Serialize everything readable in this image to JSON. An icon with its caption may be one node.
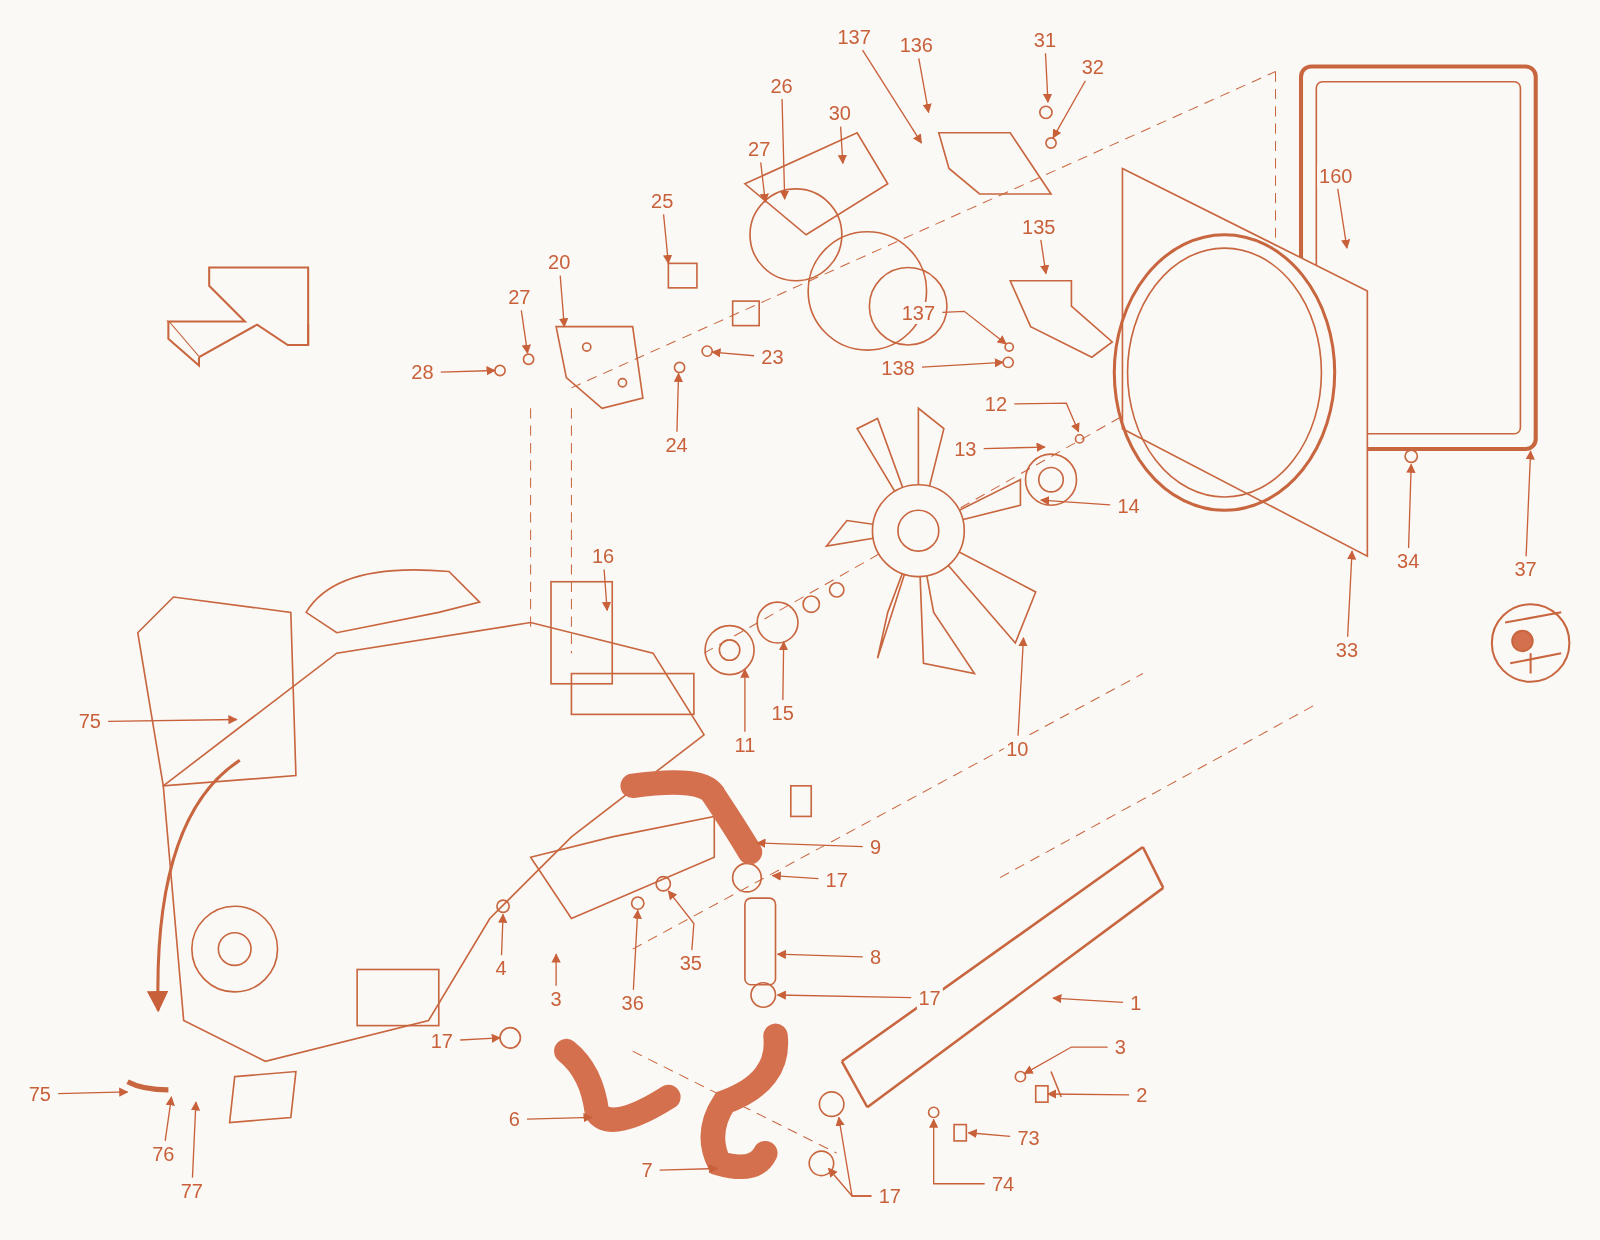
{
  "diagram": {
    "nodes": [
      {
        "text": [
          "137"
        ]
      },
      {
        "text": [
          "136"
        ]
      },
      {
        "text": [
          "31"
        ]
      },
      {
        "text": [
          "32"
        ]
      },
      {
        "text": [
          "26"
        ]
      },
      {
        "text": [
          "30"
        ]
      },
      {
        "text": [
          "27"
        ]
      },
      {
        "text": [
          "25"
        ]
      },
      {
        "text": [
          "20"
        ]
      },
      {
        "text": [
          "27"
        ]
      },
      {
        "text": [
          "28"
        ]
      },
      {
        "text": [
          "23"
        ]
      },
      {
        "text": [
          "24"
        ]
      },
      {
        "text": [
          "135"
        ]
      },
      {
        "text": [
          "160"
        ]
      },
      {
        "text": [
          "137"
        ]
      },
      {
        "text": [
          "138"
        ]
      },
      {
        "text": [
          "12"
        ]
      },
      {
        "text": [
          "13"
        ]
      },
      {
        "text": [
          "14"
        ]
      },
      {
        "text": [
          "34"
        ]
      },
      {
        "text": [
          "37"
        ]
      },
      {
        "text": [
          "33"
        ]
      },
      {
        "text": [
          "16"
        ]
      },
      {
        "text": [
          "10"
        ]
      },
      {
        "text": [
          "15"
        ]
      },
      {
        "text": [
          "11"
        ]
      },
      {
        "text": [
          "75"
        ]
      },
      {
        "text": [
          "9"
        ]
      },
      {
        "text": [
          "17"
        ]
      },
      {
        "text": [
          "35"
        ]
      },
      {
        "text": [
          "36"
        ]
      },
      {
        "text": [
          "4"
        ]
      },
      {
        "text": [
          "3"
        ]
      },
      {
        "text": [
          "8"
        ]
      },
      {
        "text": [
          "17"
        ]
      },
      {
        "text": [
          "1"
        ]
      },
      {
        "text": [
          "3"
        ]
      },
      {
        "text": [
          "2"
        ]
      },
      {
        "text": [
          "17"
        ]
      },
      {
        "text": [
          "6"
        ]
      },
      {
        "text": [
          "7"
        ]
      },
      {
        "text": [
          "73"
        ]
      },
      {
        "text": [
          "74"
        ]
      },
      {
        "text": [
          "17"
        ]
      },
      {
        "text": [
          "75"
        ]
      },
      {
        "text": [
          "76"
        ]
      },
      {
        "text": [
          "77"
        ]
      },
      {
        "text": [],
        "shape": "picture"
      },
      {
        "text": [],
        "shape": "circle"
      },
      {
        "text": [],
        "shape": "circle"
      },
      {
        "text": [],
        "shape": "box"
      },
      {
        "text": [],
        "shape": "circle"
      },
      {
        "text": [],
        "shape": "circle"
      },
      {
        "text": [],
        "shape": "circle"
      },
      {
        "text": [],
        "shape": "circle"
      },
      {
        "text": [],
        "shape": "circle"
      },
      {
        "text": [],
        "shape": "circle"
      },
      {
        "text": [],
        "shape": "circle"
      },
      {
        "text": [],
        "shape": "circle"
      }
    ],
    "edges": [
      {
        "from": 0,
        "to": null,
        "arrow": "to"
      },
      {
        "from": 1,
        "to": null,
        "arrow": "to"
      },
      {
        "from": 2,
        "to": null,
        "arrow": "to"
      },
      {
        "from": 3,
        "to": null,
        "arrow": "to"
      },
      {
        "from": 4,
        "to": null,
        "arrow": "to"
      },
      {
        "from": 5,
        "to": null,
        "arrow": "to"
      },
      {
        "from": 6,
        "to": null,
        "arrow": "to"
      },
      {
        "from": 7,
        "to": null,
        "arrow": "to"
      },
      {
        "from": 8,
        "to": 48,
        "arrow": "to"
      },
      {
        "from": 9,
        "to": 57,
        "arrow": "to"
      },
      {
        "from": 10,
        "to": 59,
        "arrow": "to"
      },
      {
        "from": 11,
        "to": 58,
        "arrow": "to"
      },
      {
        "from": 12,
        "to": 53,
        "arrow": "to"
      },
      {
        "from": 13,
        "to": null,
        "arrow": "to"
      },
      {
        "from": 14,
        "to": null,
        "arrow": "to"
      },
      {
        "from": 15,
        "to": 54,
        "arrow": "to"
      },
      {
        "from": 16,
        "to": 49,
        "arrow": "to"
      },
      {
        "from": 17,
        "to": null,
        "arrow": "to"
      },
      {
        "from": 18,
        "to": null,
        "arrow": "to"
      },
      {
        "from": 19,
        "to": null,
        "arrow": "to"
      },
      {
        "from": 20,
        "to": null,
        "arrow": "to"
      },
      {
        "from": 21,
        "to": null,
        "arrow": "to"
      },
      {
        "from": 22,
        "to": null,
        "arrow": "to"
      },
      {
        "from": 23,
        "to": null,
        "arrow": "to"
      },
      {
        "from": 24,
        "to": null,
        "arrow": "to"
      },
      {
        "from": 25,
        "to": 55,
        "arrow": "to"
      },
      {
        "from": 26,
        "to": 50,
        "arrow": "to"
      },
      {
        "from": 27,
        "to": null,
        "arrow": "to"
      },
      {
        "from": 28,
        "to": null,
        "arrow": "to"
      },
      {
        "from": 29,
        "to": null,
        "arrow": "to"
      },
      {
        "from": 30,
        "to": null,
        "arrow": "to"
      },
      {
        "from": 31,
        "to": null,
        "arrow": "to"
      },
      {
        "from": 32,
        "to": null,
        "arrow": "to"
      },
      {
        "from": 33,
        "to": null,
        "arrow": "to"
      },
      {
        "from": 34,
        "to": null,
        "arrow": "to"
      },
      {
        "from": 35,
        "to": null,
        "arrow": "to"
      },
      {
        "from": 36,
        "to": null,
        "arrow": "to"
      },
      {
        "from": 37,
        "to": 56,
        "arrow": "to"
      },
      {
        "from": 38,
        "to": 51,
        "arrow": "to"
      },
      {
        "from": 39,
        "to": 52,
        "arrow": "to"
      },
      {
        "from": 40,
        "to": null,
        "arrow": "to"
      },
      {
        "from": 41,
        "to": null,
        "arrow": "to"
      },
      {
        "from": 42,
        "to": null,
        "arrow": "to"
      },
      {
        "from": 43,
        "to": null,
        "arrow": "to"
      },
      {
        "from": 44,
        "to": null,
        "arrow": "to"
      },
      {
        "from": 44,
        "to": null,
        "arrow": "to"
      },
      {
        "from": 45,
        "to": null,
        "arrow": "to"
      },
      {
        "from": 46,
        "to": null,
        "arrow": "to"
      },
      {
        "from": 47,
        "to": null,
        "arrow": "to"
      }
    ]
  }
}
